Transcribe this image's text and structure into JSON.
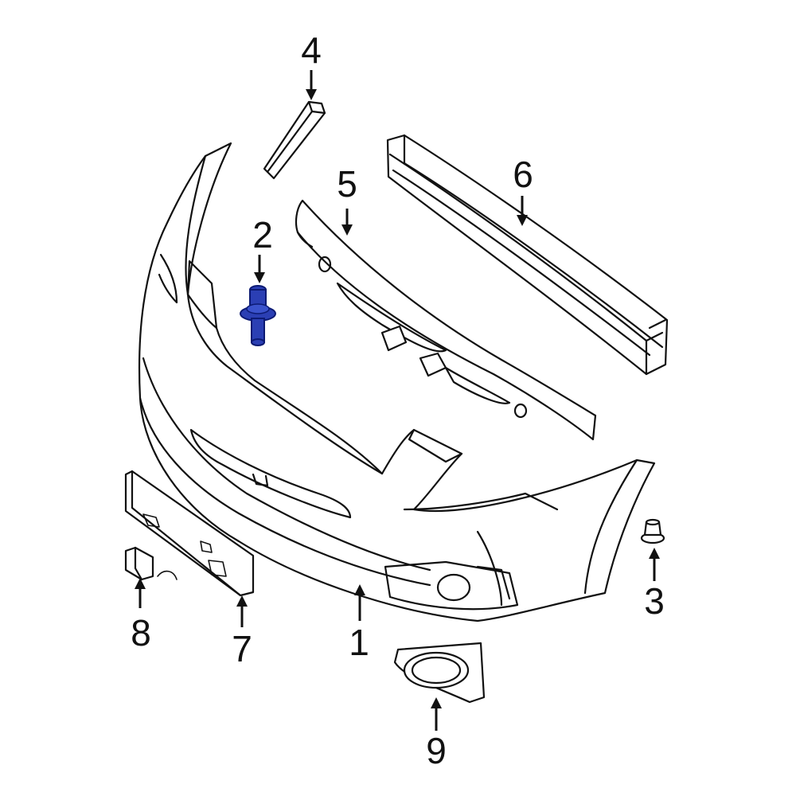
{
  "callouts": {
    "c1": "1",
    "c2": "2",
    "c3": "3",
    "c4": "4",
    "c5": "5",
    "c6": "6",
    "c7": "7",
    "c8": "8",
    "c9": "9"
  },
  "colors": {
    "line": "#111111",
    "background": "#ffffff",
    "highlight_part": "#2b3fb4",
    "highlight_outline": "#0c1a73"
  },
  "highlighted_callout": "2"
}
